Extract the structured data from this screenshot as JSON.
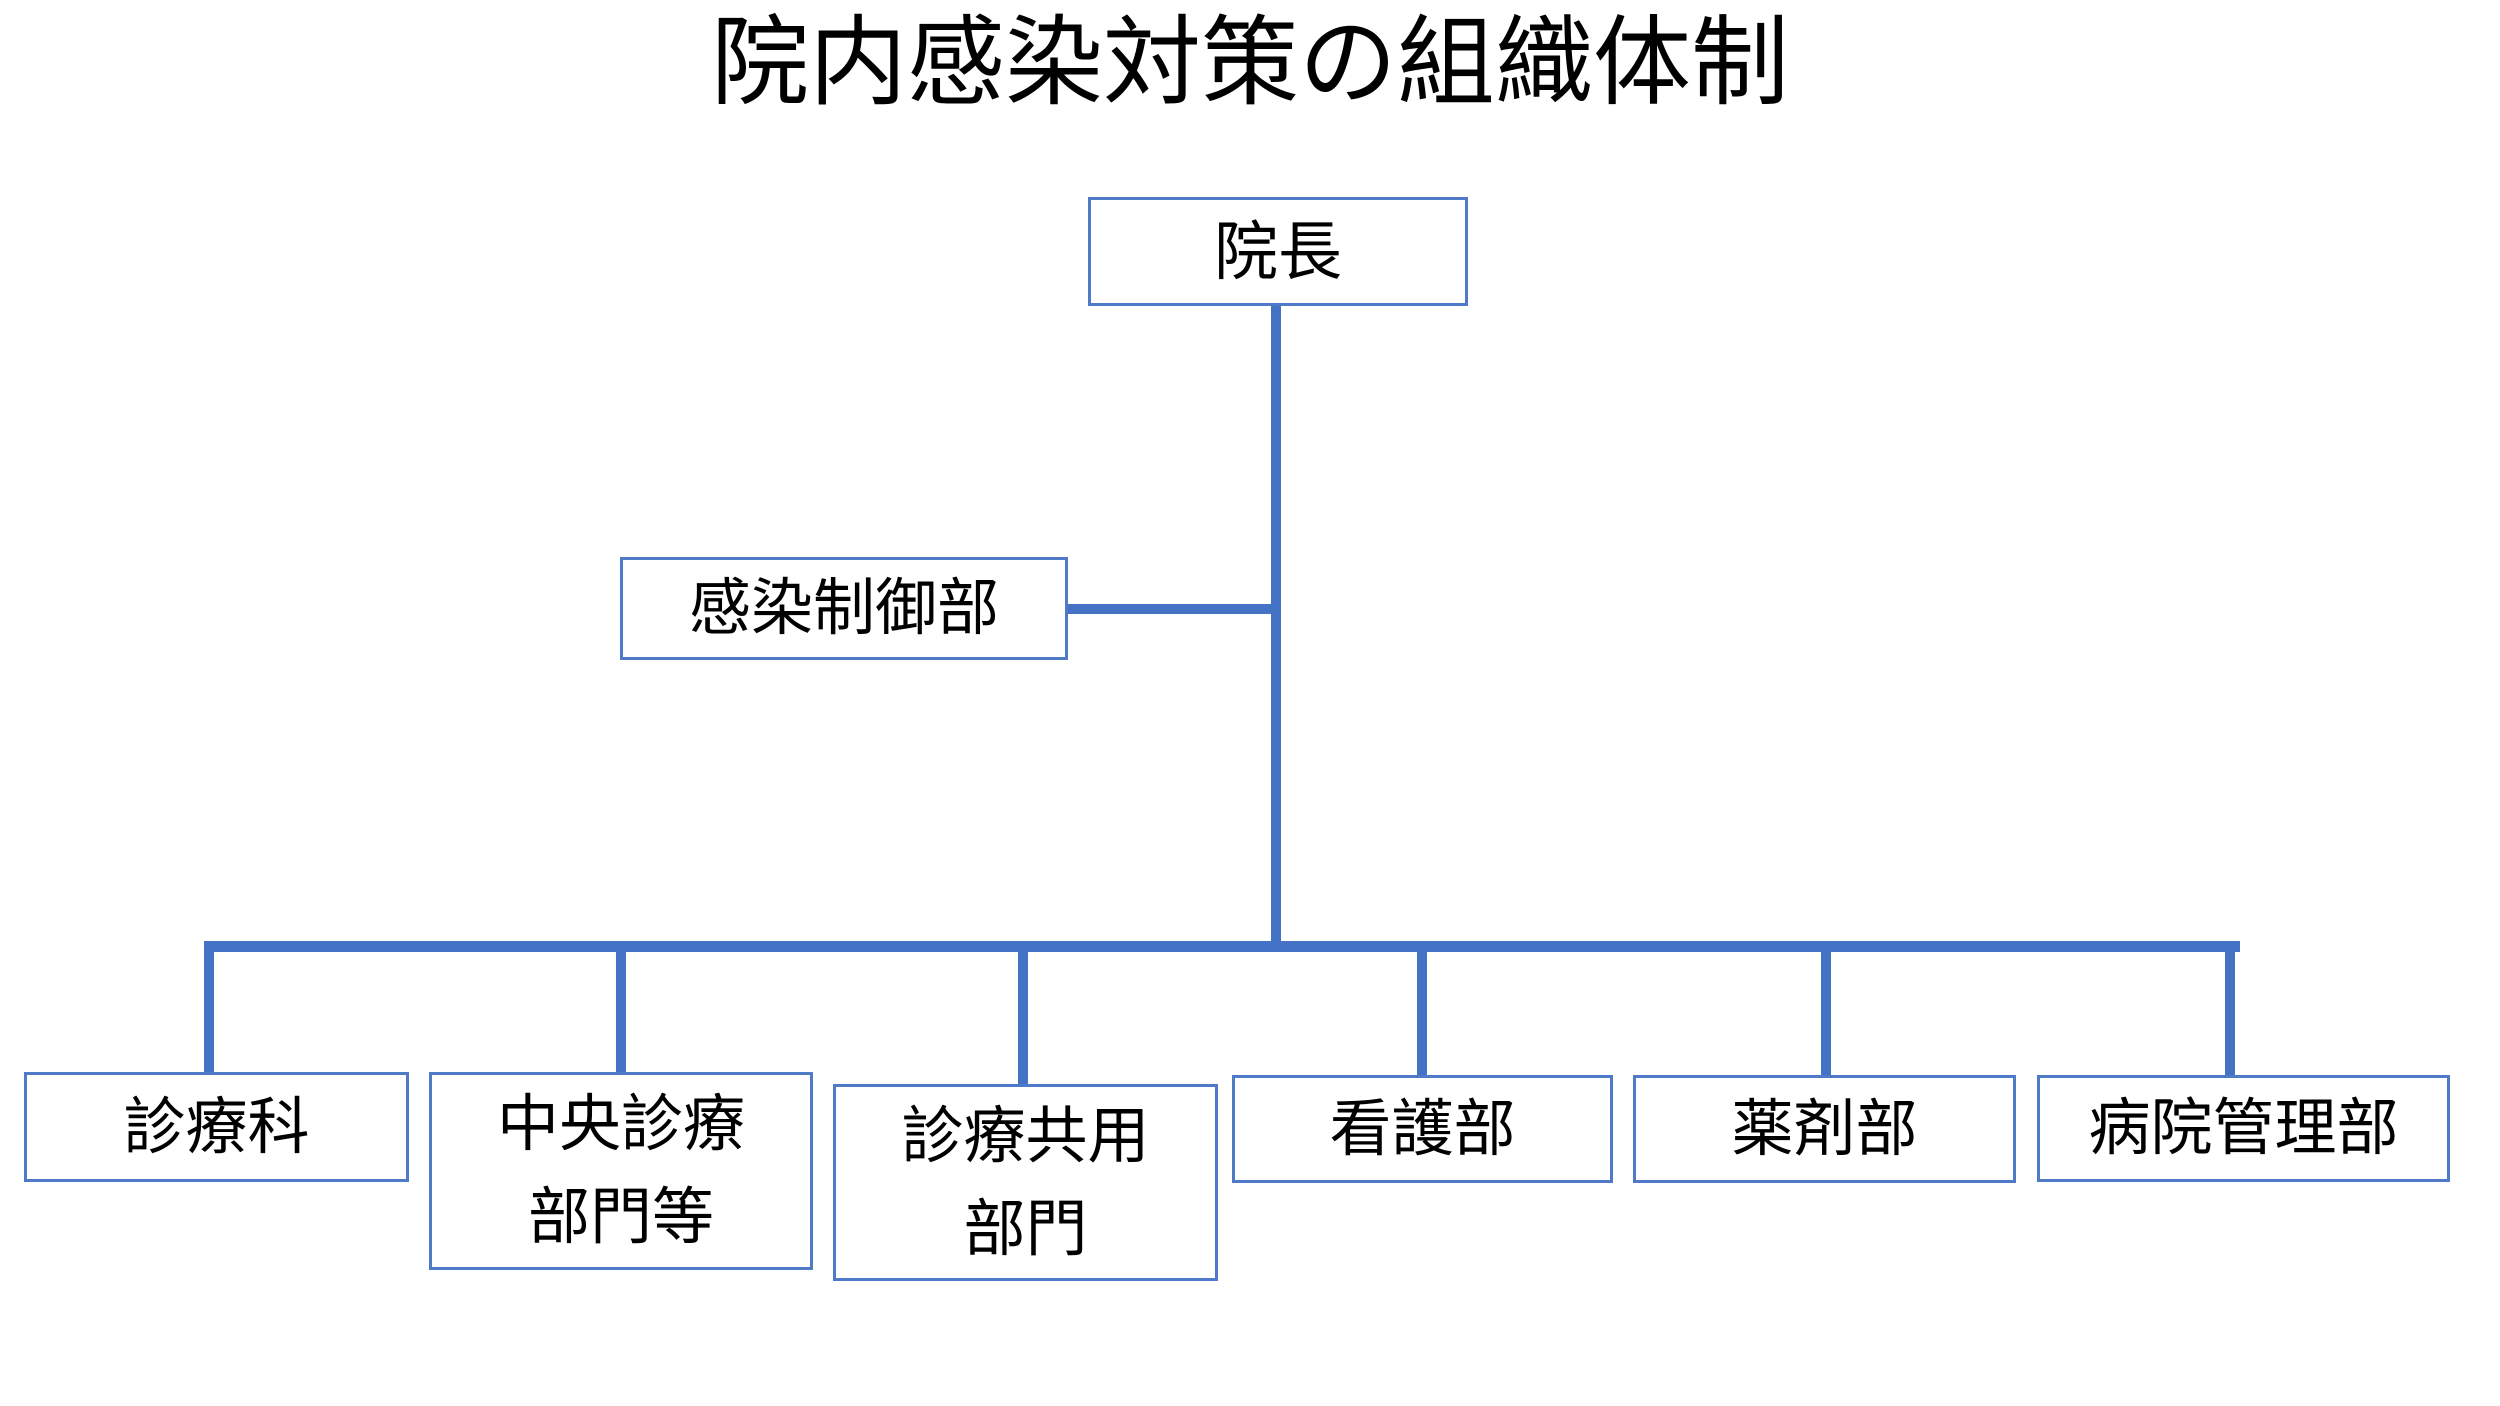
{
  "title": "院内感染対策の組織体制",
  "colors": {
    "background": "#ffffff",
    "text": "#000000",
    "connector_line": "#4472c4",
    "box_border": "#4f7ac7",
    "box_fill": "#ffffff"
  },
  "org_chart": {
    "root": {
      "label": "院長"
    },
    "staff_unit": {
      "label": "感染制御部"
    },
    "departments": [
      {
        "label": "診療科"
      },
      {
        "label": "中央診療\n部門等"
      },
      {
        "label": "診療共用\n部門"
      },
      {
        "label": "看護部"
      },
      {
        "label": "薬剤部"
      },
      {
        "label": "病院管理部"
      }
    ]
  }
}
